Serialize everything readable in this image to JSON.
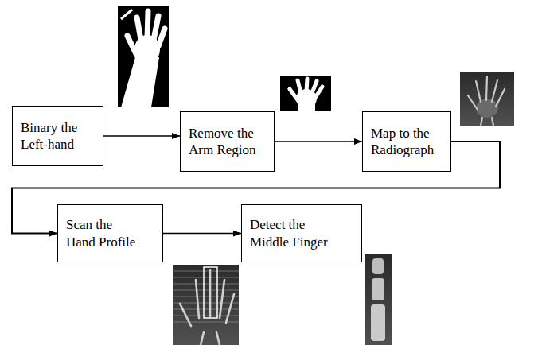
{
  "diagram": {
    "nodes": [
      {
        "text": [
          "Binary the Left-hand"
        ]
      },
      {
        "text": [
          "Remove the Arm Region"
        ]
      },
      {
        "text": [
          "Map to the Radiograph"
        ]
      },
      {
        "text": [
          "Scan the Hand Profile"
        ]
      },
      {
        "text": [
          "Detect the Middle Finger"
        ]
      }
    ],
    "edges": [
      {
        "from": 0,
        "to": 1,
        "arrow": "to"
      },
      {
        "from": 1,
        "to": 2,
        "arrow": "to"
      },
      {
        "from": 2,
        "to": 3,
        "arrow": "to"
      },
      {
        "from": 3,
        "to": 4,
        "arrow": "to"
      }
    ]
  }
}
